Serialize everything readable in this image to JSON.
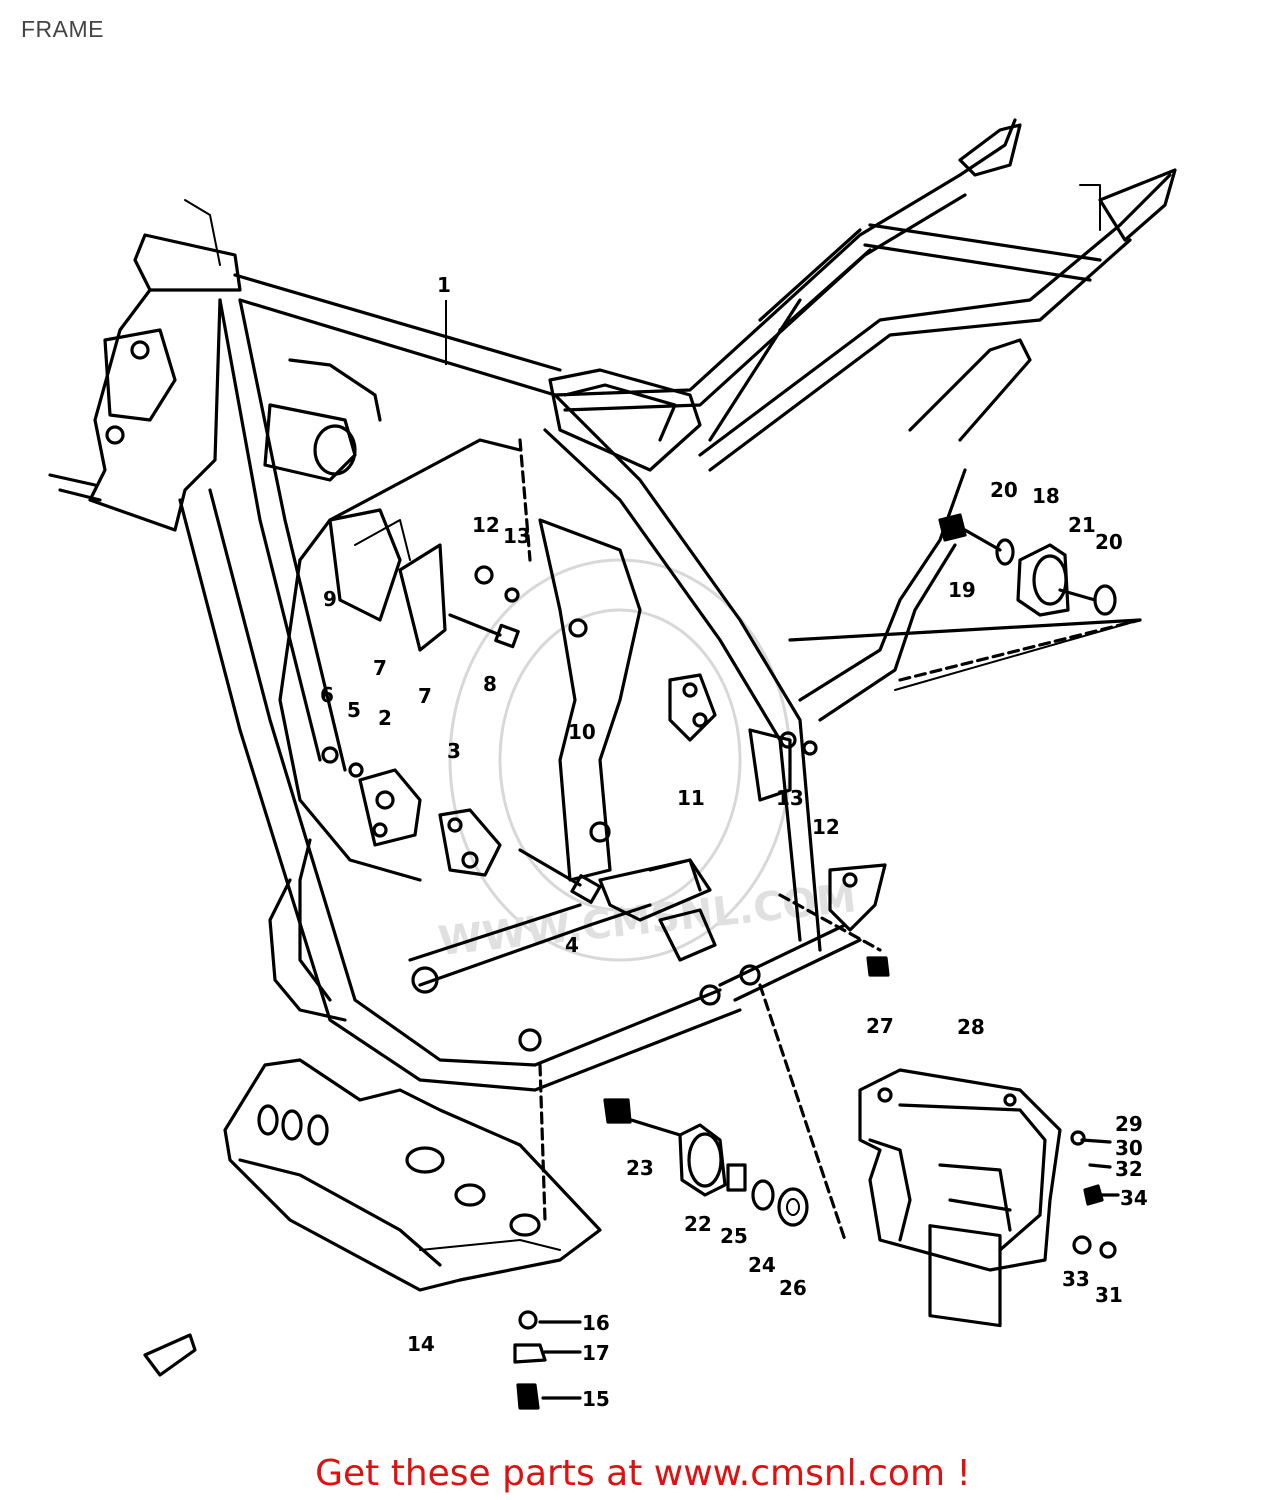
{
  "page": {
    "title": "FRAME",
    "footer_text": "Get these parts at www.cmsnl.com !"
  },
  "colors": {
    "title": "#444444",
    "footer": "#e01010",
    "lines": "#000000",
    "watermark": "#d8d8d8"
  },
  "watermark_text": "WWW.CMSNL.COM",
  "callouts": [
    "1",
    "2",
    "3",
    "4",
    "5",
    "6",
    "7",
    "7",
    "8",
    "9",
    "10",
    "11",
    "12",
    "12",
    "13",
    "13",
    "14",
    "15",
    "16",
    "17",
    "18",
    "19",
    "20",
    "20",
    "21",
    "22",
    "23",
    "24",
    "25",
    "26",
    "27",
    "28",
    "29",
    "30",
    "31",
    "32",
    "33",
    "34"
  ]
}
